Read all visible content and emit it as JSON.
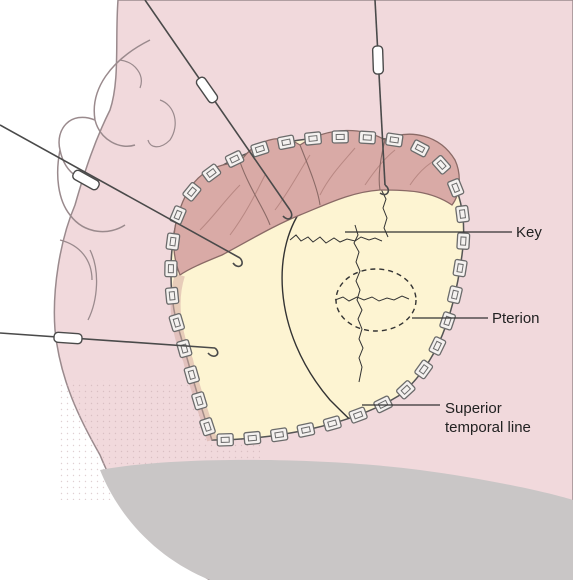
{
  "labels": {
    "key": "Key",
    "pterion": "Pterion",
    "superior_temporal_line_1": "Superior",
    "superior_temporal_line_2": "temporal line"
  },
  "colors": {
    "skin": "#f1d9dc",
    "skin_edge": "#9a8a8d",
    "bone": "#fdf4d2",
    "muscle": "#d9aaa6",
    "muscle_dark": "#c89590",
    "clip": "#f4f1ef",
    "clip_edge": "#6b6b6b",
    "shadow": "#c9c6c6",
    "line": "#333333"
  }
}
